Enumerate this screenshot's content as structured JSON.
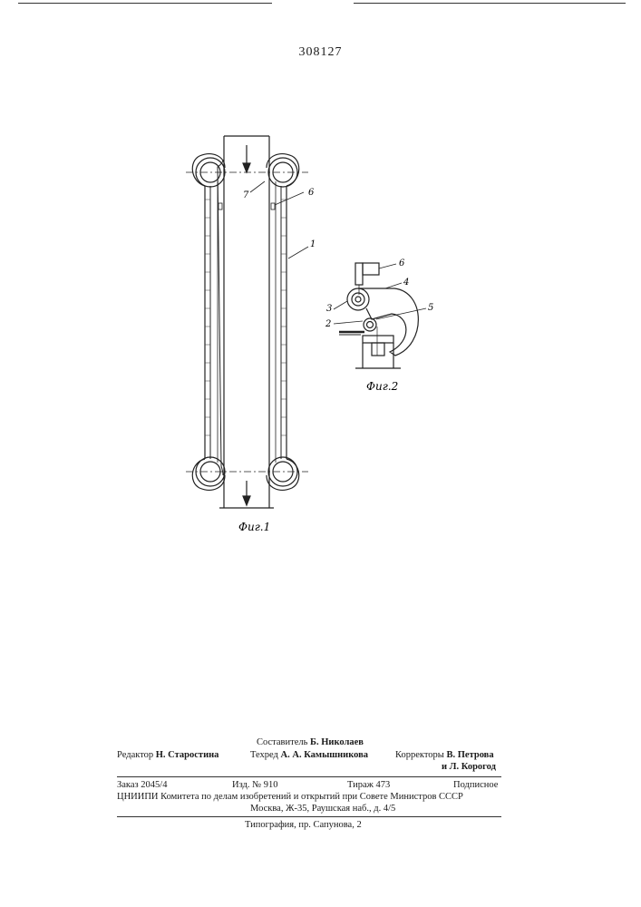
{
  "header": {
    "patent_number": "308127"
  },
  "fig1": {
    "caption": "Фиг.1",
    "labels": {
      "l7": "7",
      "l6": "6",
      "l1": "1"
    }
  },
  "fig2": {
    "caption": "Фиг.2",
    "labels": {
      "l6": "6",
      "l4": "4",
      "l3": "3",
      "l2": "2",
      "l5": "5"
    }
  },
  "imprint": {
    "compiler_role": "Составитель",
    "compiler_name": "Б. Николаев",
    "editor_role": "Редактор",
    "editor_name": "Н. Старостина",
    "techeditor_role": "Техред",
    "techeditor_name": "А. А. Камышникова",
    "correctors_role": "Корректоры",
    "corrector_1": "В. Петрова",
    "corrector_2": "и Л. Корогод",
    "order": "Заказ 2045/4",
    "izd": "Изд. № 910",
    "tirazh": "Тираж 473",
    "subscription": "Подписное",
    "publisher": "ЦНИИПИ Комитета по делам изобретений и открытий при Совете Министров СССР",
    "address": "Москва, Ж-35, Раушская наб., д. 4/5",
    "printer": "Типография, пр. Сапунова, 2"
  }
}
